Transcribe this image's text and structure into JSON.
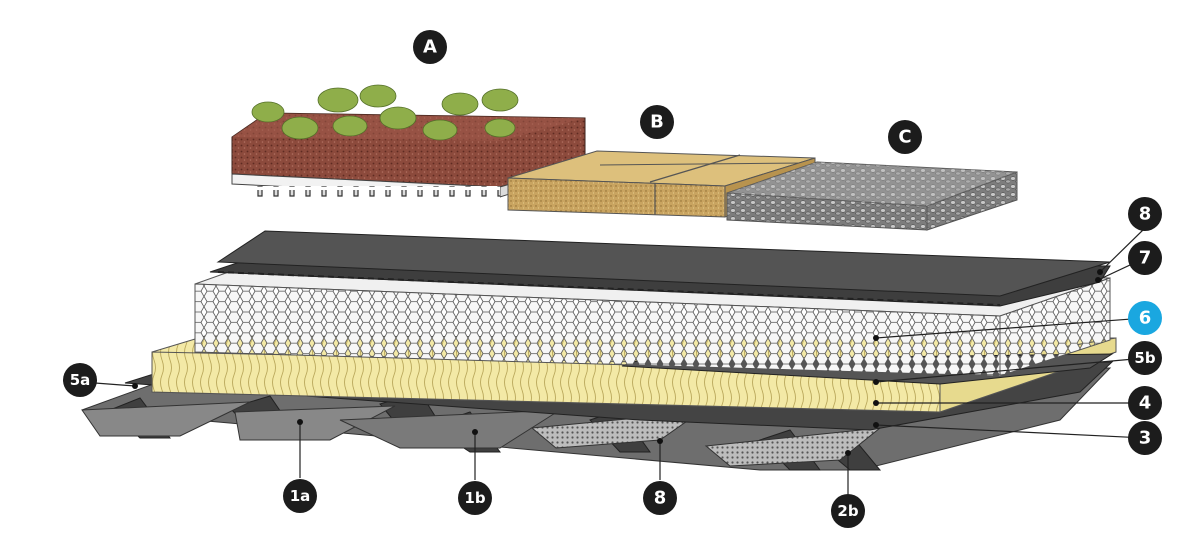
{
  "callouts": {
    "A": "A",
    "B": "B",
    "C": "C",
    "n8_top": "8",
    "n7": "7",
    "n6": "6",
    "n5b": "5b",
    "n4": "4",
    "n3": "3",
    "n5a": "5a",
    "n1a": "1a",
    "n1b": "1b",
    "n8_bottom": "8",
    "n2b": "2b"
  },
  "colors": {
    "callout_dark": "#1c1c1c",
    "callout_highlight": "#1aa7e0",
    "membrane": "#4a4a4a",
    "insulation_eps": "#f2f2f2",
    "mineral_wool": "#f3e9a6",
    "deck": "#6e6e6e",
    "green_roof_soil": "#8c4a3c",
    "pavers": "#c9a460",
    "gravel": "#9a9a9a"
  }
}
